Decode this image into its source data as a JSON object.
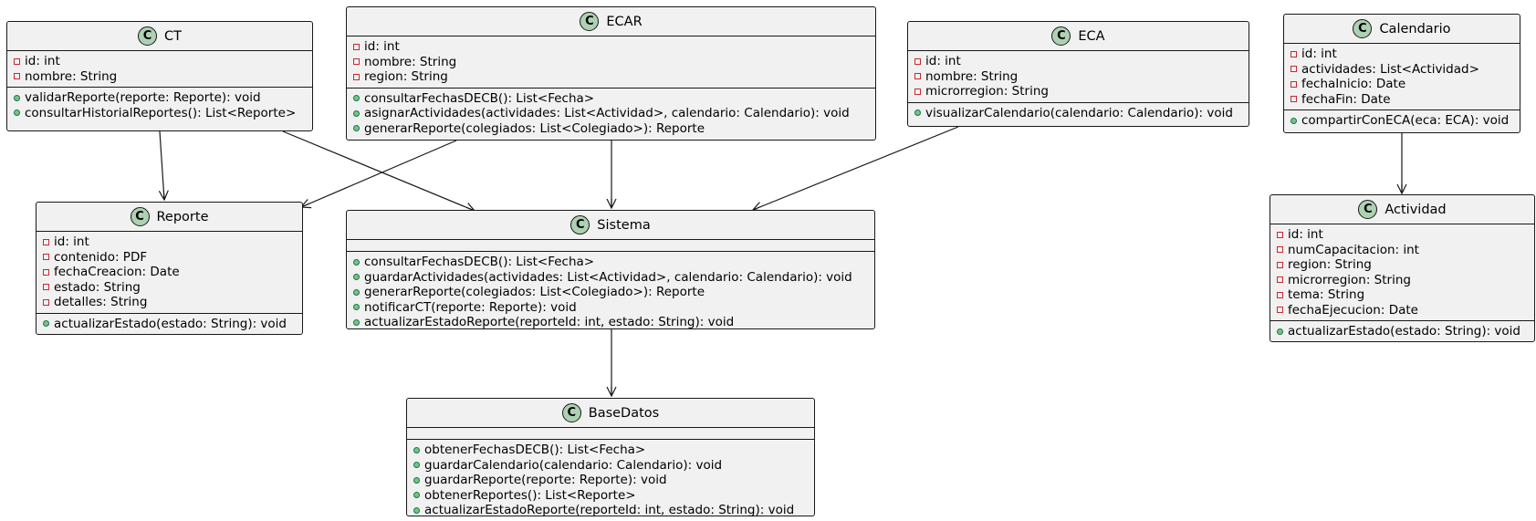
{
  "diagram": {
    "classes": {
      "ct": {
        "name": "CT",
        "attributes": [
          {
            "visibility": "private",
            "text": "id: int"
          },
          {
            "visibility": "private",
            "text": "nombre: String"
          }
        ],
        "methods": [
          {
            "visibility": "public",
            "text": "validarReporte(reporte: Reporte): void"
          },
          {
            "visibility": "public",
            "text": "consultarHistorialReportes(): List<Reporte>"
          }
        ]
      },
      "ecar": {
        "name": "ECAR",
        "attributes": [
          {
            "visibility": "private",
            "text": "id: int"
          },
          {
            "visibility": "private",
            "text": "nombre: String"
          },
          {
            "visibility": "private",
            "text": "region: String"
          }
        ],
        "methods": [
          {
            "visibility": "public",
            "text": "consultarFechasDECB(): List<Fecha>"
          },
          {
            "visibility": "public",
            "text": "asignarActividades(actividades: List<Actividad>, calendario: Calendario): void"
          },
          {
            "visibility": "public",
            "text": "generarReporte(colegiados: List<Colegiado>): Reporte"
          }
        ]
      },
      "eca": {
        "name": "ECA",
        "attributes": [
          {
            "visibility": "private",
            "text": "id: int"
          },
          {
            "visibility": "private",
            "text": "nombre: String"
          },
          {
            "visibility": "private",
            "text": "microrregion: String"
          }
        ],
        "methods": [
          {
            "visibility": "public",
            "text": "visualizarCalendario(calendario: Calendario): void"
          }
        ]
      },
      "calendario": {
        "name": "Calendario",
        "attributes": [
          {
            "visibility": "private",
            "text": "id: int"
          },
          {
            "visibility": "private",
            "text": "actividades: List<Actividad>"
          },
          {
            "visibility": "private",
            "text": "fechaInicio: Date"
          },
          {
            "visibility": "private",
            "text": "fechaFin: Date"
          }
        ],
        "methods": [
          {
            "visibility": "public",
            "text": "compartirConECA(eca: ECA): void"
          }
        ]
      },
      "reporte": {
        "name": "Reporte",
        "attributes": [
          {
            "visibility": "private",
            "text": "id: int"
          },
          {
            "visibility": "private",
            "text": "contenido: PDF"
          },
          {
            "visibility": "private",
            "text": "fechaCreacion: Date"
          },
          {
            "visibility": "private",
            "text": "estado: String"
          },
          {
            "visibility": "private",
            "text": "detalles: String"
          }
        ],
        "methods": [
          {
            "visibility": "public",
            "text": "actualizarEstado(estado: String): void"
          }
        ]
      },
      "sistema": {
        "name": "Sistema",
        "attributes": [],
        "methods": [
          {
            "visibility": "public",
            "text": "consultarFechasDECB(): List<Fecha>"
          },
          {
            "visibility": "public",
            "text": "guardarActividades(actividades: List<Actividad>, calendario: Calendario): void"
          },
          {
            "visibility": "public",
            "text": "generarReporte(colegiados: List<Colegiado>): Reporte"
          },
          {
            "visibility": "public",
            "text": "notificarCT(reporte: Reporte): void"
          },
          {
            "visibility": "public",
            "text": "actualizarEstadoReporte(reporteId: int, estado: String): void"
          }
        ]
      },
      "actividad": {
        "name": "Actividad",
        "attributes": [
          {
            "visibility": "private",
            "text": "id: int"
          },
          {
            "visibility": "private",
            "text": "numCapacitacion: int"
          },
          {
            "visibility": "private",
            "text": "region: String"
          },
          {
            "visibility": "private",
            "text": "microrregion: String"
          },
          {
            "visibility": "private",
            "text": "tema: String"
          },
          {
            "visibility": "private",
            "text": "fechaEjecucion: Date"
          }
        ],
        "methods": [
          {
            "visibility": "public",
            "text": "actualizarEstado(estado: String): void"
          }
        ]
      },
      "basedatos": {
        "name": "BaseDatos",
        "attributes": [],
        "methods": [
          {
            "visibility": "public",
            "text": "obtenerFechasDECB(): List<Fecha>"
          },
          {
            "visibility": "public",
            "text": "guardarCalendario(calendario: Calendario): void"
          },
          {
            "visibility": "public",
            "text": "guardarReporte(reporte: Reporte): void"
          },
          {
            "visibility": "public",
            "text": "obtenerReportes(): List<Reporte>"
          },
          {
            "visibility": "public",
            "text": "actualizarEstadoReporte(reporteId: int, estado: String): void"
          }
        ]
      }
    },
    "relations": [
      {
        "from": "ct",
        "to": "reporte"
      },
      {
        "from": "ct",
        "to": "sistema"
      },
      {
        "from": "ecar",
        "to": "reporte"
      },
      {
        "from": "ecar",
        "to": "sistema"
      },
      {
        "from": "eca",
        "to": "sistema"
      },
      {
        "from": "calendario",
        "to": "actividad"
      },
      {
        "from": "sistema",
        "to": "basedatos"
      }
    ],
    "colors": {
      "class_fill": "#f1f1f1",
      "border": "#181818",
      "class_badge": "#add1b2",
      "private_marker": "#c82930",
      "public_marker": "#84be84"
    }
  }
}
